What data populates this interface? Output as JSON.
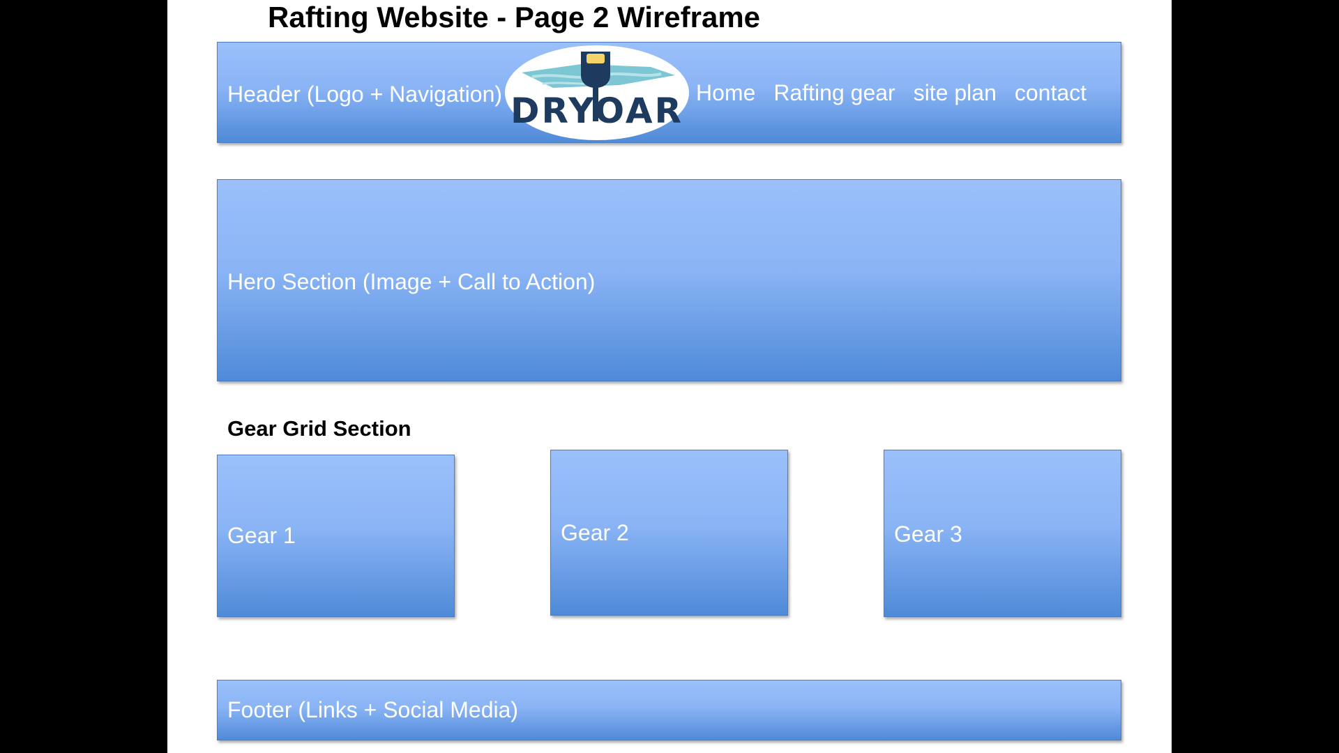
{
  "title": "Rafting Website - Page 2 Wireframe",
  "header": {
    "label": "Header (Logo + Navigation)",
    "logo_text": "DRYOAR",
    "nav": [
      "Home",
      "Rafting gear",
      "site plan",
      "contact"
    ]
  },
  "hero": {
    "label": "Hero Section (Image + Call to Action)"
  },
  "gear_section": {
    "heading": "Gear Grid Section",
    "items": [
      "Gear 1",
      "Gear 2",
      "Gear 3"
    ]
  },
  "footer": {
    "label": "Footer (Links + Social Media)"
  },
  "colors": {
    "box_top": "#9bc0fb",
    "box_bottom": "#4f8ad8",
    "box_border": "#4a7cc0",
    "logo_navy": "#1d3a5f",
    "logo_water": "#7cc7d3",
    "logo_yellow": "#f2d46b"
  }
}
